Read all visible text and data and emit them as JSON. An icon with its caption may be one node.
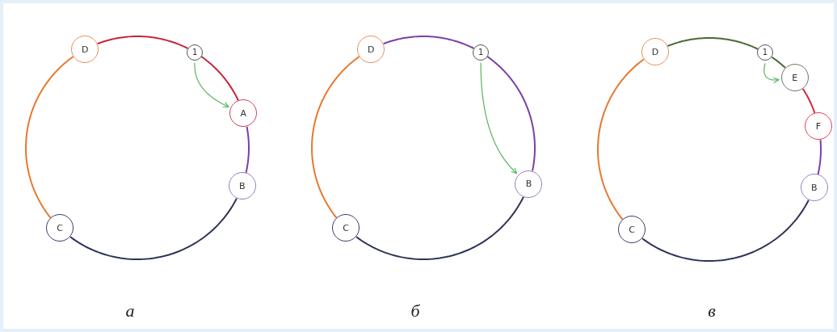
{
  "diagram": {
    "nodes": [
      {
        "text": [
          "D"
        ]
      },
      {
        "text": [
          "1"
        ]
      },
      {
        "text": [
          "A"
        ]
      },
      {
        "text": [
          "B"
        ]
      },
      {
        "text": [
          "C"
        ]
      },
      {
        "text": [
          "D"
        ]
      },
      {
        "text": [
          "1"
        ]
      },
      {
        "text": [
          "B"
        ]
      },
      {
        "text": [
          "C"
        ]
      },
      {
        "text": [
          "D"
        ]
      },
      {
        "text": [
          "1"
        ]
      },
      {
        "text": [
          "E"
        ]
      },
      {
        "text": [
          "F"
        ]
      },
      {
        "text": [
          "B"
        ]
      },
      {
        "text": [
          "C"
        ]
      }
    ],
    "edges": [
      {
        "from": 4,
        "to": 0,
        "arrow": "none",
        "color": "#e57a30"
      },
      {
        "from": 0,
        "to": 1,
        "arrow": "none",
        "color": "#c3283d"
      },
      {
        "from": 1,
        "to": 2,
        "arrow": "none",
        "color": "#c3283d"
      },
      {
        "from": 2,
        "to": 3,
        "arrow": "none",
        "color": "#7b3fa6"
      },
      {
        "from": 3,
        "to": 4,
        "arrow": "none",
        "color": "#2d3358"
      },
      {
        "from": 1,
        "to": 2,
        "arrow": "to",
        "color": "#55b45a"
      },
      {
        "from": 8,
        "to": 5,
        "arrow": "none",
        "color": "#e57a30"
      },
      {
        "from": 5,
        "to": 6,
        "arrow": "none",
        "color": "#7b3fa6"
      },
      {
        "from": 6,
        "to": 7,
        "arrow": "none",
        "color": "#7b3fa6"
      },
      {
        "from": 7,
        "to": 8,
        "arrow": "none",
        "color": "#2d3358"
      },
      {
        "from": 6,
        "to": 7,
        "arrow": "to",
        "color": "#55b45a"
      },
      {
        "from": 14,
        "to": 9,
        "arrow": "none",
        "color": "#e57a30"
      },
      {
        "from": 9,
        "to": 10,
        "arrow": "none",
        "color": "#4a6a36"
      },
      {
        "from": 10,
        "to": 11,
        "arrow": "none",
        "color": "#4a6a36"
      },
      {
        "from": 11,
        "to": 12,
        "arrow": "none",
        "color": "#d42a45"
      },
      {
        "from": 12,
        "to": 13,
        "arrow": "none",
        "color": "#7b3fa6"
      },
      {
        "from": 13,
        "to": 14,
        "arrow": "none",
        "color": "#2d3358"
      },
      {
        "from": 10,
        "to": 11,
        "arrow": "to",
        "color": "#55b45a"
      }
    ],
    "labels": [
      "а",
      "б",
      "в"
    ]
  }
}
